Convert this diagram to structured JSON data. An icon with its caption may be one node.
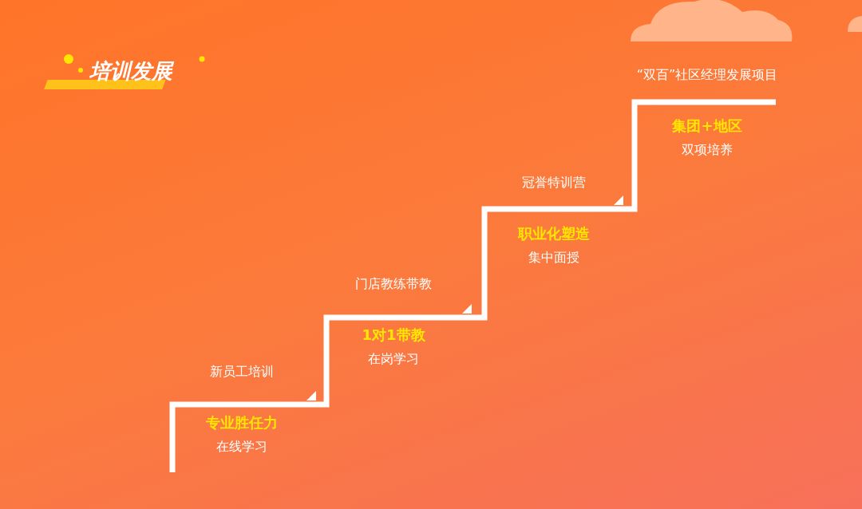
{
  "diagram": {
    "title": "培训发展",
    "nodes": [
      {
        "text": [
          "新员工培训",
          "专业胜任力",
          "在线学习"
        ]
      },
      {
        "text": [
          "门店教练带教",
          "1对1带教",
          "在岗学习"
        ]
      },
      {
        "text": [
          "冠誉特训营",
          "职业化塑造",
          "集中面授"
        ]
      },
      {
        "text": [
          "“双百”社区经理发展项目",
          "集团+地区",
          "双项培养"
        ]
      }
    ]
  }
}
